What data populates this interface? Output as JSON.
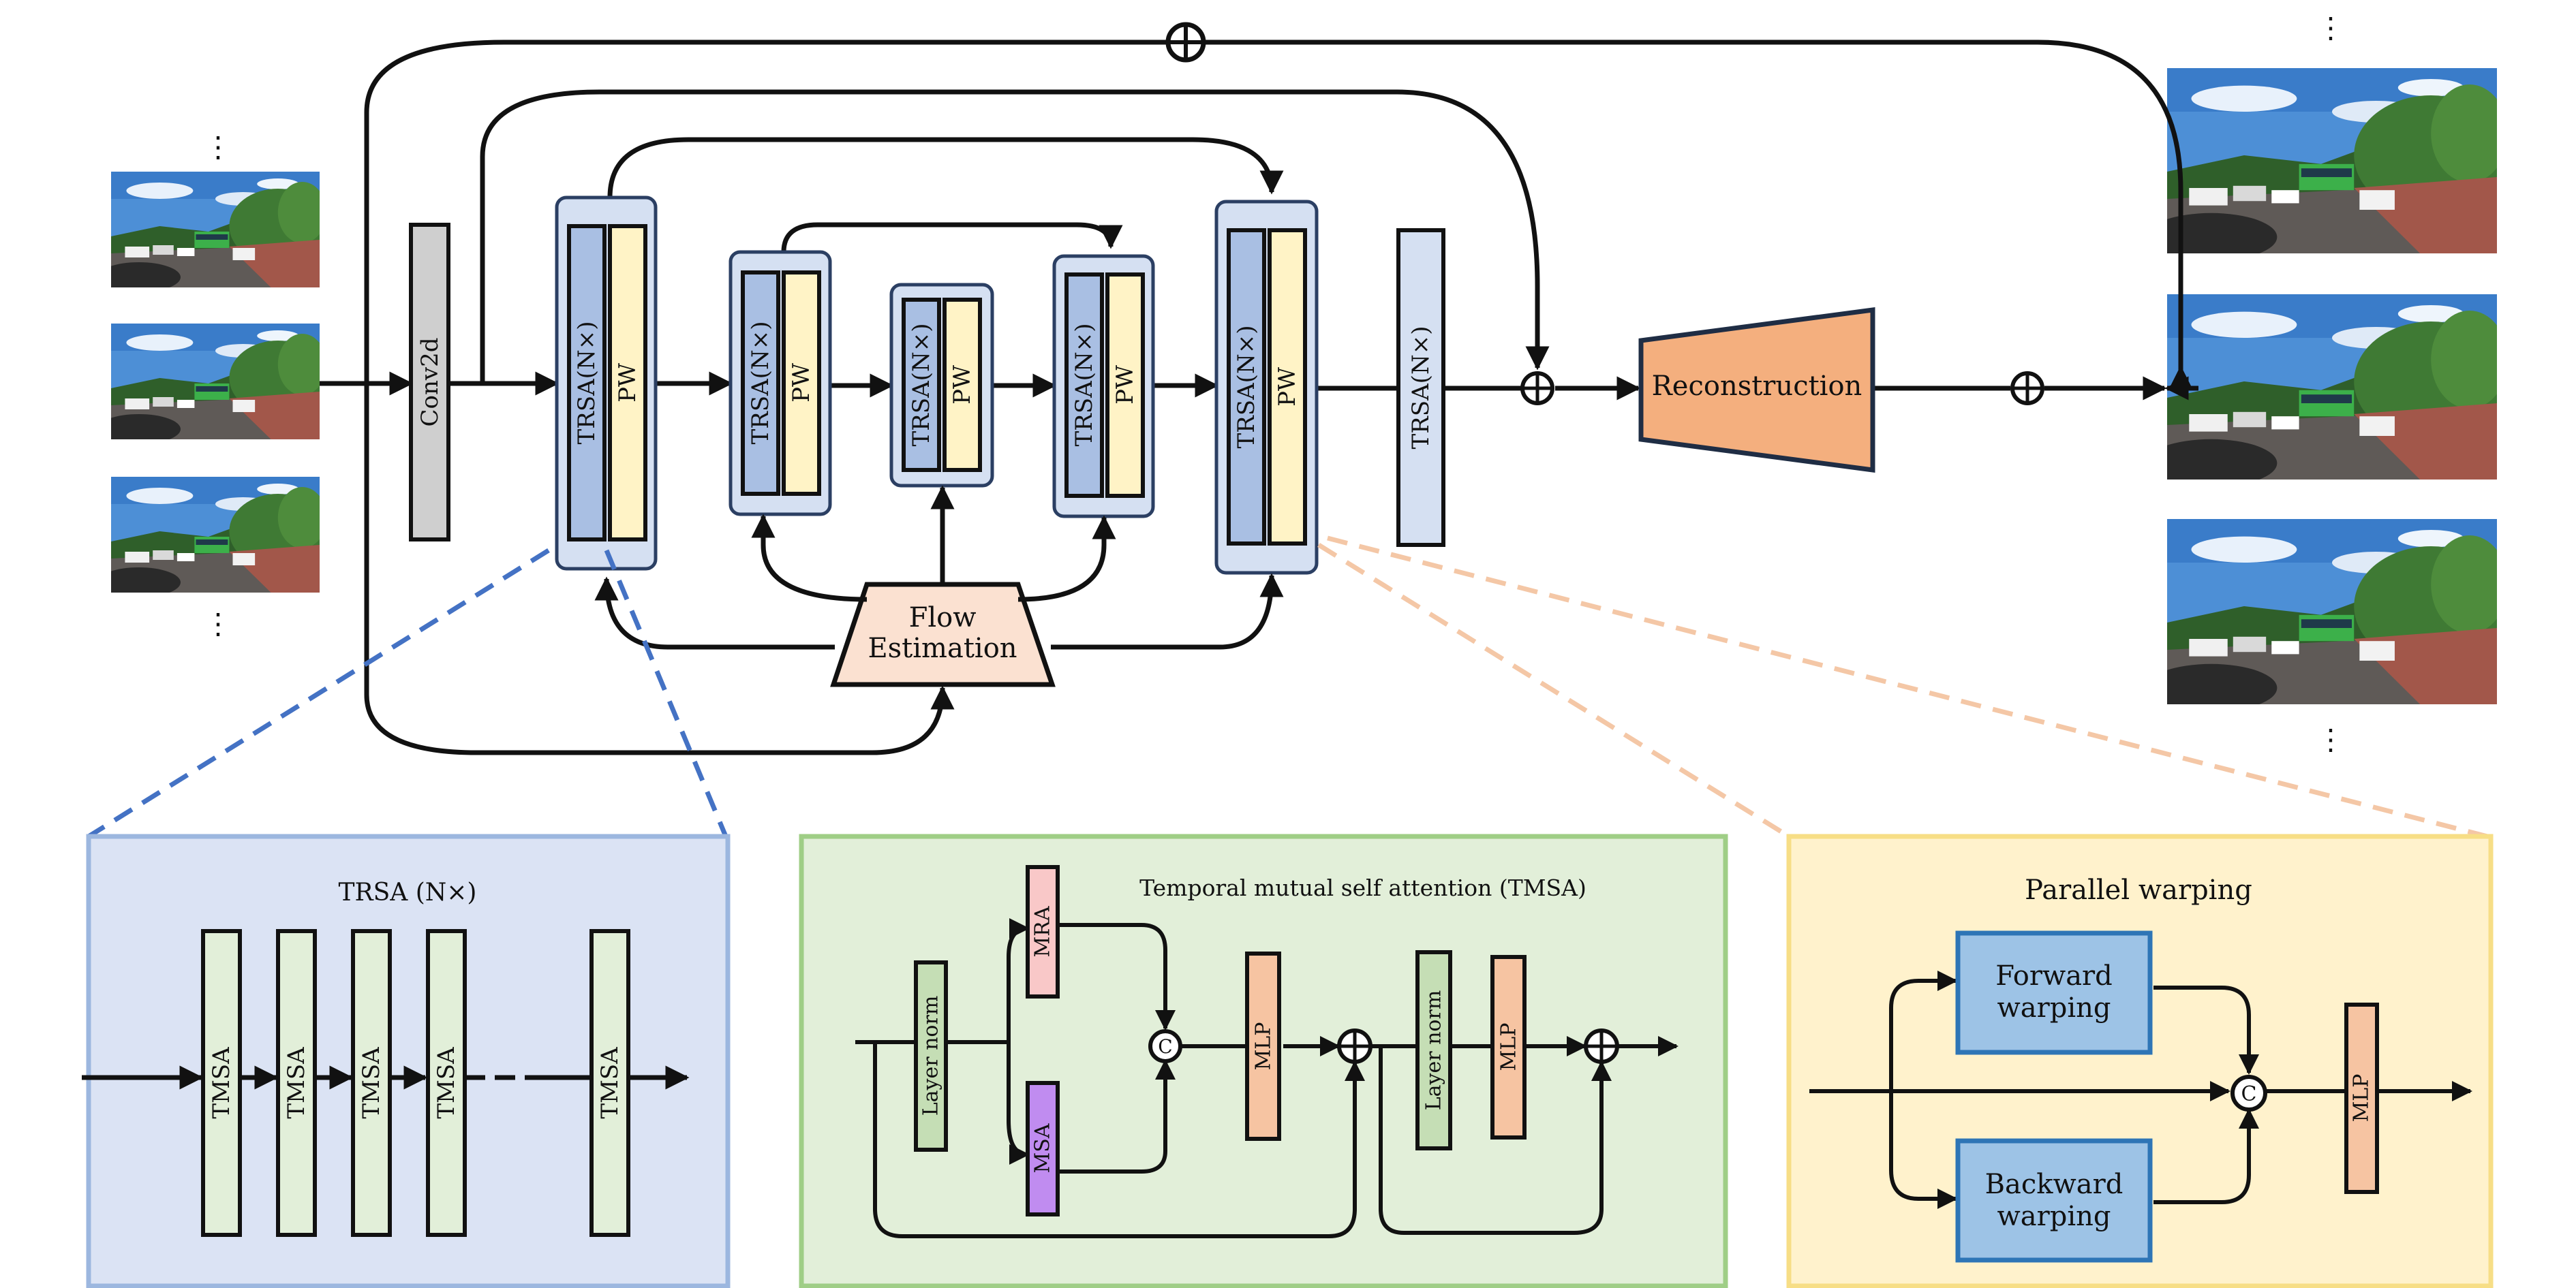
{
  "colors": {
    "trsa_fill": "#a9bfe3",
    "trsa_group_fill": "#d5e0f2",
    "trsa_border": "#2b3f63",
    "pw_fill": "#fff3c6",
    "conv_fill": "#cfcfcf",
    "recon_fill": "#f4af7e",
    "flow_fill": "#fbe1d1",
    "panel_blue_fill": "#dbe3f4",
    "panel_blue_border": "#9cb7df",
    "panel_green_fill": "#e2efd9",
    "panel_green_border": "#9fce86",
    "panel_yellow_fill": "#fff2cc",
    "panel_yellow_border": "#f7de86",
    "tmsa_fill": "#e2efd9",
    "layernorm_fill": "#c5deb5",
    "mlp_fill": "#f6c4a2",
    "mra_fill": "#f9c8c8",
    "msa_fill": "#c08cf0",
    "warp_fill": "#9dc3e6",
    "warp_border": "#2e75b6",
    "blue_dash": "#4472c4",
    "orange_dash": "#f4c7a6",
    "sky": "#4d8fd6",
    "foliage": "#3f7a34",
    "road": "#5f5a57",
    "bus": "#3cb04a"
  },
  "main": {
    "conv2d": "Conv2d",
    "trsa_label": "TRSA(N×)",
    "pw_label": "PW",
    "flow_estimation": [
      "Flow",
      "Estimation"
    ],
    "reconstruction": "Reconstruction",
    "ellipsis": "⋮"
  },
  "panel_trsa": {
    "title": "TRSA (N×)",
    "block_label": "TMSA"
  },
  "panel_tmsa": {
    "title": "Temporal mutual self attention (TMSA)",
    "layer_norm": "Layer norm",
    "mra": "MRA",
    "msa": "MSA",
    "mlp": "MLP",
    "concat": "C"
  },
  "panel_pw": {
    "title": "Parallel warping",
    "forward": [
      "Forward",
      "warping"
    ],
    "backward": [
      "Backward",
      "warping"
    ],
    "concat": "C",
    "mlp": "MLP"
  }
}
